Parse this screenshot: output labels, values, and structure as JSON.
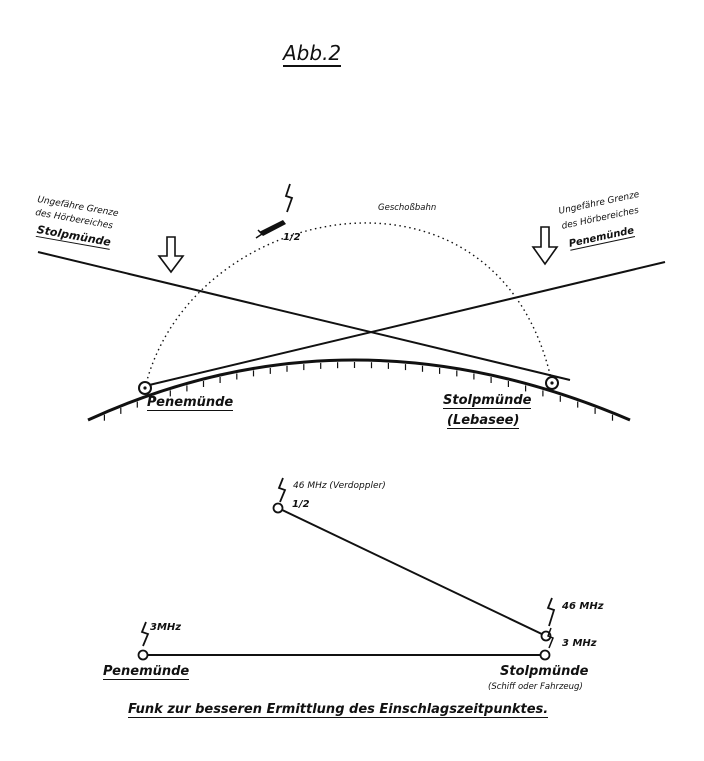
{
  "title": "Abb.2",
  "upper": {
    "left_note": [
      "Ungefähre Grenze",
      "des Hörbereiches",
      "Stolpmünde"
    ],
    "right_note": [
      "Ungefähre Grenze",
      "des Hörbereiches",
      "Penemünde"
    ],
    "trajectory_label": "Geschoßbahn",
    "rocket_marker": "1/2",
    "left_site": "Penemünde",
    "right_site": "Stolpmünde",
    "right_site_sub": "(Lebasee)"
  },
  "lower": {
    "relay_label": "46 MHz (Verdoppler)",
    "relay_marker": "1/2",
    "left_freq": "3MHz",
    "right_freq_top": "46 MHz",
    "right_freq_bottom": "3 MHz",
    "left_site": "Penemünde",
    "right_site": "Stolpmünde",
    "right_site_sub": "(Schiff oder Fahrzeug)"
  },
  "caption": "Funk zur besseren Ermittlung des Einschlagszeitpunktes."
}
